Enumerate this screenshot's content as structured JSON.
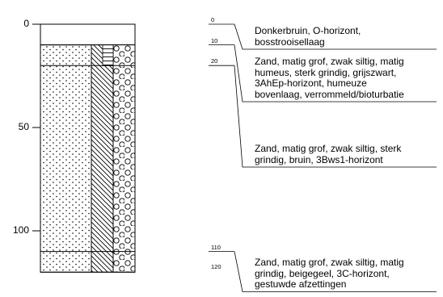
{
  "depth_axis": {
    "ticks": [
      {
        "depth": 0,
        "label": "0"
      },
      {
        "depth": 50,
        "label": "50"
      },
      {
        "depth": 100,
        "label": "100"
      }
    ]
  },
  "layers": [
    {
      "id": "L1",
      "top_depth": 0,
      "bottom_depth": 10,
      "top_label": "0",
      "bottom_label": "10",
      "lines": [
        "Donkerbruin, O-horizont,",
        "bosstrooisellaag"
      ]
    },
    {
      "id": "L2",
      "top_depth": 10,
      "bottom_depth": 20,
      "top_label": "10",
      "bottom_label": "20",
      "lines": [
        "Zand, matig grof, zwak siltig, matig",
        "humeus, sterk grindig, grijszwart,",
        "3AhEp-horizont, humeuze",
        "bovenlaag, verrommeld/bioturbatie"
      ]
    },
    {
      "id": "L3",
      "top_depth": 20,
      "bottom_depth": 110,
      "top_label": "20",
      "bottom_label": "110",
      "lines": [
        "Zand, matig grof, zwak siltig, sterk",
        "grindig, bruin, 3Bws1-horizont"
      ]
    },
    {
      "id": "L4",
      "top_depth": 110,
      "bottom_depth": 120,
      "top_label": "110",
      "bottom_label": "120",
      "lines": [
        "Zand, matig grof, zwak siltig, matig",
        "grindig, beigegeel, 3C-horizont,",
        "gestuwde afzettingen"
      ]
    }
  ],
  "labels_shown": [
    "0",
    "10",
    "20",
    "110",
    "120"
  ]
}
